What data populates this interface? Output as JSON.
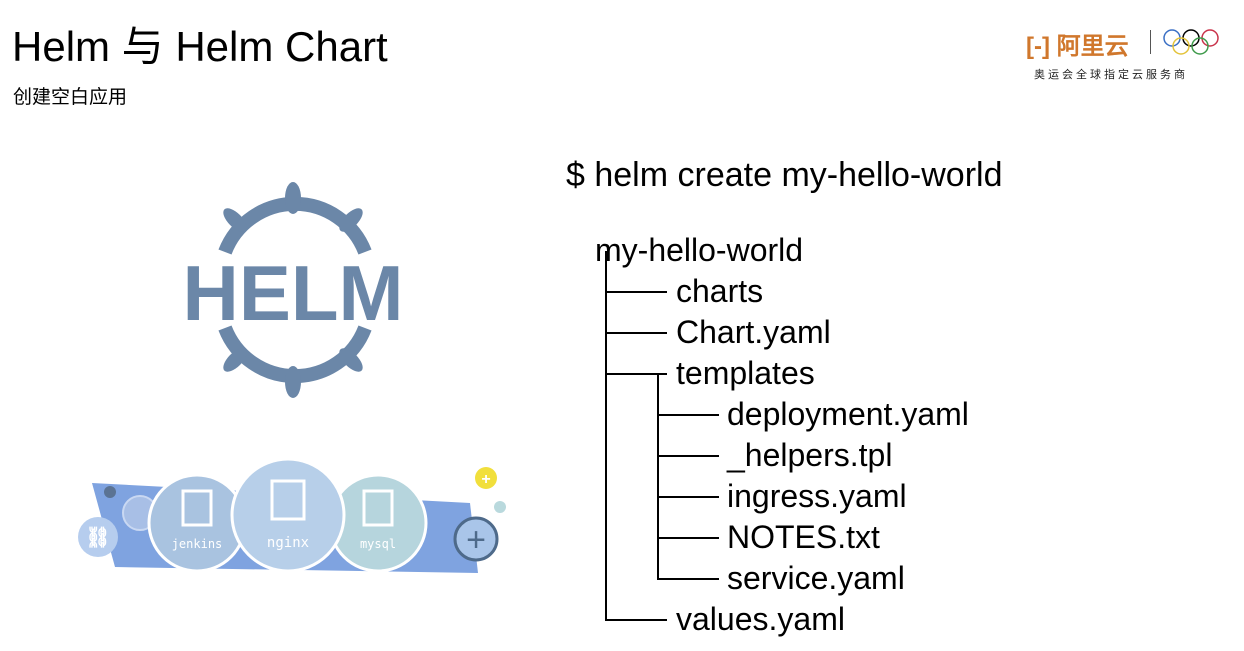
{
  "header": {
    "title": "Helm 与 Helm Chart",
    "subtitle": "创建空白应用"
  },
  "brand": {
    "name": "阿里云",
    "slogan": "奥运会全球指定云服务商",
    "color": "#d0772c"
  },
  "command": "$ helm create my-hello-world",
  "tree": [
    {
      "name": "my-hello-world",
      "depth": 0
    },
    {
      "name": "charts",
      "depth": 1
    },
    {
      "name": "Chart.yaml",
      "depth": 1
    },
    {
      "name": "templates",
      "depth": 1
    },
    {
      "name": "deployment.yaml",
      "depth": 2
    },
    {
      "name": "_helpers.tpl",
      "depth": 2
    },
    {
      "name": "ingress.yaml",
      "depth": 2
    },
    {
      "name": "NOTES.txt",
      "depth": 2
    },
    {
      "name": "service.yaml",
      "depth": 2,
      "last": true
    },
    {
      "name": "values.yaml",
      "depth": 1,
      "last": true
    }
  ],
  "helm_logo": {
    "text": "HELM",
    "color": "#6b87a8"
  },
  "chart_icons": [
    "jenkins",
    "nginx",
    "mysql"
  ]
}
